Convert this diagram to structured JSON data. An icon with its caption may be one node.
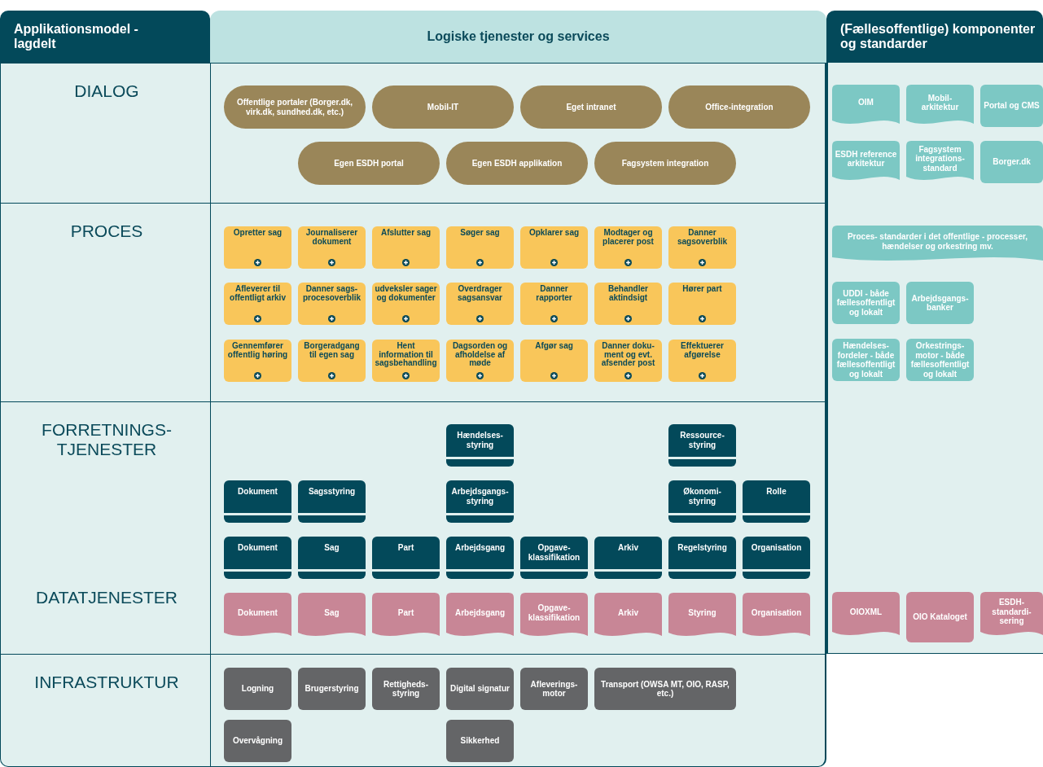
{
  "diagram": {
    "nodes": [
      {
        "text": [
          "Applikationsmodel - lagdelt"
        ]
      },
      {
        "text": [
          "Logiske tjenester og services"
        ]
      },
      {
        "text": [
          "(Fællesoffentlige) komponenter og standarder"
        ]
      },
      {
        "text": [
          "DIALOG"
        ]
      },
      {
        "text": [
          "Offentlige portaler (Borger.dk, virk.dk, sundhed.dk, etc.)"
        ],
        "in": 3
      },
      {
        "text": [
          "Mobil-IT"
        ],
        "in": 3
      },
      {
        "text": [
          "Eget intranet"
        ],
        "in": 3
      },
      {
        "text": [
          "Office-integration"
        ],
        "in": 3
      },
      {
        "text": [
          "Egen ESDH portal"
        ],
        "in": 3
      },
      {
        "text": [
          "Egen ESDH applikation"
        ],
        "in": 3
      },
      {
        "text": [
          "Fagsystem integration"
        ],
        "in": 3
      },
      {
        "text": [
          "PROCES"
        ]
      },
      {
        "text": [
          "Opretter sag"
        ],
        "in": 11
      },
      {
        "text": [
          "Journaliserer dokument"
        ],
        "in": 11
      },
      {
        "text": [
          "Afslutter sag"
        ],
        "in": 11
      },
      {
        "text": [
          "Søger sag"
        ],
        "in": 11
      },
      {
        "text": [
          "Opklarer sag"
        ],
        "in": 11
      },
      {
        "text": [
          "Modtager og placerer post"
        ],
        "in": 11
      },
      {
        "text": [
          "Danner sagsoverblik"
        ],
        "in": 11
      },
      {
        "text": [
          "Afleverer til offentligt arkiv"
        ],
        "in": 11
      },
      {
        "text": [
          "Danner sags- procesoverblik"
        ],
        "in": 11
      },
      {
        "text": [
          "udveksler sager og dokumenter"
        ],
        "in": 11
      },
      {
        "text": [
          "Overdrager sagsansvar"
        ],
        "in": 11
      },
      {
        "text": [
          "Danner rapporter"
        ],
        "in": 11
      },
      {
        "text": [
          "Behandler aktindsigt"
        ],
        "in": 11
      },
      {
        "text": [
          "Hører part"
        ],
        "in": 11
      },
      {
        "text": [
          "Gennemfører offentlig høring"
        ],
        "in": 11
      },
      {
        "text": [
          "Borgeradgang til egen sag"
        ],
        "in": 11
      },
      {
        "text": [
          "Hent information til sagsbehandling"
        ],
        "in": 11
      },
      {
        "text": [
          "Dagsorden og afholdelse af møde"
        ],
        "in": 11
      },
      {
        "text": [
          "Afgør sag"
        ],
        "in": 11
      },
      {
        "text": [
          "Danner doku- ment og evt. afsender post"
        ],
        "in": 11
      },
      {
        "text": [
          "Effektuerer afgørelse"
        ],
        "in": 11
      },
      {
        "text": [
          "FORRETNINGS- TJENESTER",
          "DATATJENESTER"
        ]
      },
      {
        "text": [
          "Hændelses- styring"
        ],
        "in": 33
      },
      {
        "text": [
          "Ressource- styring"
        ],
        "in": 33
      },
      {
        "text": [
          "Dokument"
        ],
        "in": 33
      },
      {
        "text": [
          "Sagsstyring"
        ],
        "in": 33
      },
      {
        "text": [
          "Arbejdsgangs- styring"
        ],
        "in": 33
      },
      {
        "text": [
          "Økonomi- styring"
        ],
        "in": 33
      },
      {
        "text": [
          "Rolle"
        ],
        "in": 33
      },
      {
        "text": [
          "Dokument"
        ],
        "in": 33
      },
      {
        "text": [
          "Sag"
        ],
        "in": 33
      },
      {
        "text": [
          "Part"
        ],
        "in": 33
      },
      {
        "text": [
          "Arbejdsgang"
        ],
        "in": 33
      },
      {
        "text": [
          "Opgave- klassifikation"
        ],
        "in": 33
      },
      {
        "text": [
          "Arkiv"
        ],
        "in": 33
      },
      {
        "text": [
          "Regelstyring"
        ],
        "in": 33
      },
      {
        "text": [
          "Organisation"
        ],
        "in": 33
      },
      {
        "text": [
          "Dokument"
        ],
        "in": 33
      },
      {
        "text": [
          "Sag"
        ],
        "in": 33
      },
      {
        "text": [
          "Part"
        ],
        "in": 33
      },
      {
        "text": [
          "Arbejdsgang"
        ],
        "in": 33
      },
      {
        "text": [
          "Opgave- klassifikation"
        ],
        "in": 33
      },
      {
        "text": [
          "Arkiv"
        ],
        "in": 33
      },
      {
        "text": [
          "Styring"
        ],
        "in": 33
      },
      {
        "text": [
          "Organisation"
        ],
        "in": 33
      },
      {
        "text": [
          "INFRASTRUKTUR"
        ]
      },
      {
        "text": [
          "Logning"
        ],
        "in": 57
      },
      {
        "text": [
          "Brugerstyring"
        ],
        "in": 57
      },
      {
        "text": [
          "Rettigheds- styring"
        ],
        "in": 57
      },
      {
        "text": [
          "Digital signatur"
        ],
        "in": 57
      },
      {
        "text": [
          "Afleverings- motor"
        ],
        "in": 57
      },
      {
        "text": [
          "Transport (OWSA MT, OIO, RASP, etc.)"
        ],
        "in": 57
      },
      {
        "text": [
          "Overvågning"
        ],
        "in": 57
      },
      {
        "text": [
          "Sikkerhed"
        ],
        "in": 57
      },
      {
        "text": [
          "OIM"
        ]
      },
      {
        "text": [
          "Mobil- arkitektur"
        ]
      },
      {
        "text": [
          "Portal og CMS"
        ]
      },
      {
        "text": [
          "ESDH reference arkitektur"
        ]
      },
      {
        "text": [
          "Fagsystem integrations- standard"
        ]
      },
      {
        "text": [
          "Borger.dk"
        ]
      },
      {
        "text": [
          "Proces- standarder i det offentlige - processer, hændelser og orkestring mv."
        ]
      },
      {
        "text": [
          "UDDI - både fællesoffentligt og lokalt"
        ]
      },
      {
        "text": [
          "Arbejdsgangs- banker"
        ]
      },
      {
        "text": [
          "Hændelses- fordeler - både fællesoffentligt og lokalt"
        ]
      },
      {
        "text": [
          "Orkestrings- motor - både fællesoffentligt og lokalt"
        ]
      },
      {
        "text": [
          "OIOXML"
        ]
      },
      {
        "text": [
          "OIO Kataloget"
        ]
      },
      {
        "text": [
          "ESDH- standardi- sering"
        ]
      }
    ]
  }
}
